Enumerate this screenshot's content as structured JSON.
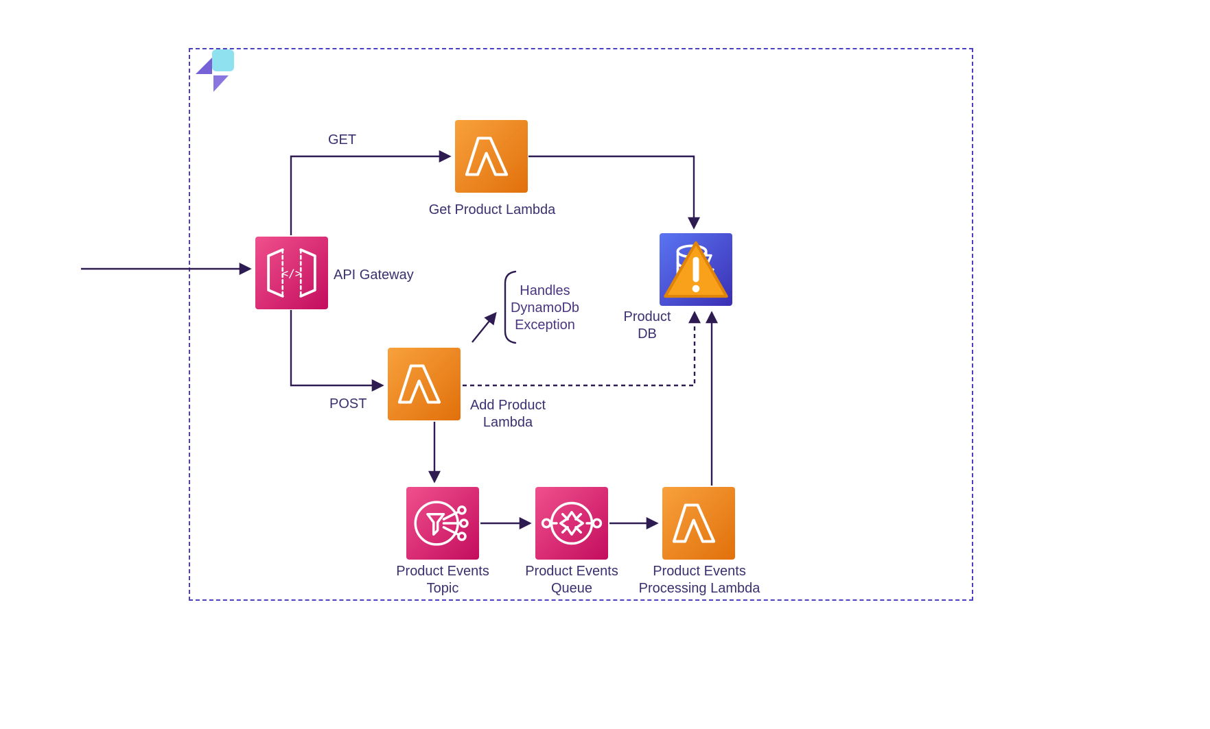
{
  "colors": {
    "line": "#2E1B52",
    "text": "#3B2F6F",
    "boundary_border": "#4A3FC0",
    "lambda_gradient_start": "#F8A13C",
    "lambda_gradient_end": "#E1700B",
    "pink_gradient_start": "#F0508D",
    "pink_gradient_end": "#C30D5E",
    "blue_gradient_start": "#5A75F2",
    "blue_gradient_end": "#3B2FB4",
    "warning_badge": "#F9A11B"
  },
  "nodes": {
    "api_gateway": {
      "label": "API Gateway",
      "icon": "api-gateway-icon"
    },
    "get_product_lambda": {
      "label": "Get Product Lambda",
      "icon": "lambda-icon"
    },
    "product_db": {
      "label_lines": [
        "Product",
        "DB"
      ],
      "icon": "dynamodb-icon",
      "badge": "warning-icon"
    },
    "add_product_lambda": {
      "label_lines": [
        "Add Product",
        "Lambda"
      ],
      "icon": "lambda-icon"
    },
    "product_events_topic": {
      "label_lines": [
        "Product Events",
        "Topic"
      ],
      "icon": "sns-topic-icon"
    },
    "product_events_queue": {
      "label_lines": [
        "Product Events",
        "Queue"
      ],
      "icon": "sqs-queue-icon"
    },
    "product_events_processing_lambda": {
      "label_lines": [
        "Product Events",
        "Processing Lambda"
      ],
      "icon": "lambda-icon"
    }
  },
  "edge_labels": {
    "get": "GET",
    "post": "POST"
  },
  "annotation": {
    "lines": [
      "Handles",
      "DynamoDb",
      "Exception"
    ]
  }
}
